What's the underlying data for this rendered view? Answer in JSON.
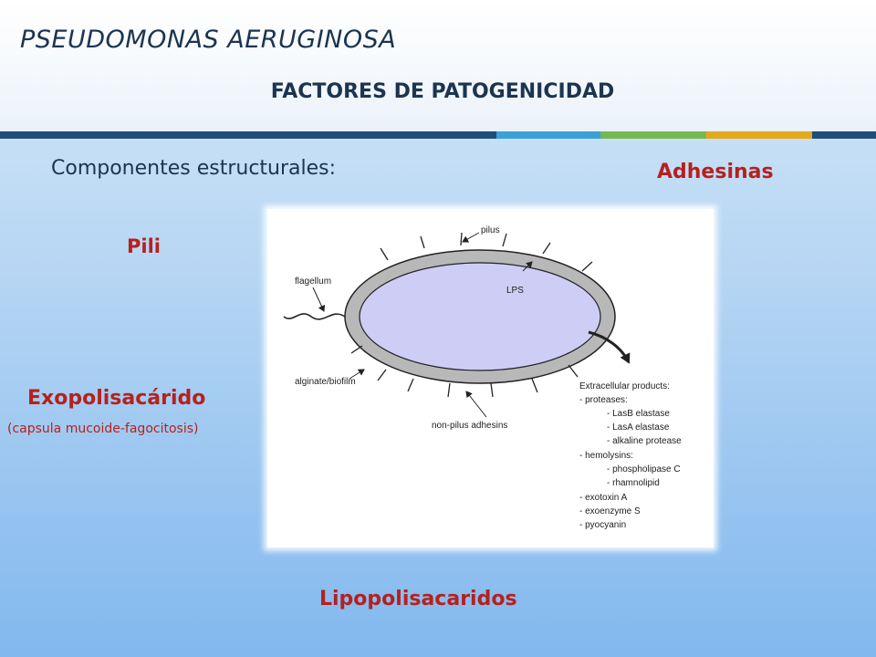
{
  "header": {
    "title": "PSEUDOMONAS AERUGINOSA",
    "subtitle": "FACTORES DE PATOGENICIDAD",
    "accent_bar_colors": [
      "#1f4e79",
      "#3aa0d8",
      "#76b852",
      "#e3a91c",
      "#1f4e79"
    ]
  },
  "section_label": "Componentes estructurales:",
  "labels": {
    "adhesinas": "Adhesinas",
    "pili": "Pili",
    "exopolisacarido": "Exopolisacárido",
    "exopolisacarido_note": "(capsula mucoide-fagocitosis)",
    "lipopolisacaridos": "Lipopolisacaridos"
  },
  "label_color": "#b5211e",
  "diagram": {
    "labels": {
      "pilus": "pilus",
      "flagellum": "flagellum",
      "lps": "LPS",
      "alginate": "alginate/biofilm",
      "non_pilus": "non-pilus adhesins"
    },
    "extracellular_title": "Extracellular products:",
    "extracellular_items": [
      "- proteases:",
      "- LasB elastase",
      "- LasA elastase",
      "- alkaline protease",
      "- hemolysins:",
      "- phospholipase C",
      "- rhamnolipid",
      "- exotoxin A",
      "- exoenzyme S",
      "- pyocyanin"
    ],
    "colors": {
      "cell_inner": "#cdcdf6",
      "cell_ring": "#b8b8b8",
      "outline": "#222222"
    }
  }
}
